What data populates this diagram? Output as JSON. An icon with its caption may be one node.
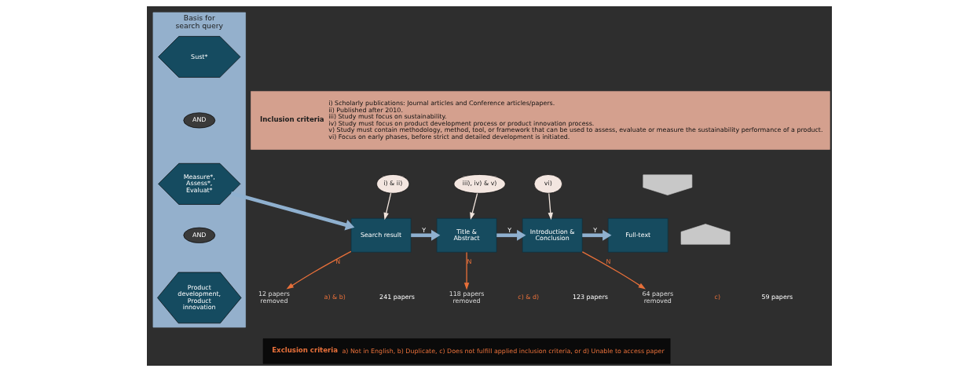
{
  "diagram": {
    "nodes": [
      {
        "text": [
          "Basis for search query"
        ]
      },
      {
        "text": [
          "Sust*"
        ],
        "in": 0
      },
      {
        "text": [
          "AND"
        ],
        "in": 0
      },
      {
        "text": [
          "Measure*, Assess*, Evaluat*"
        ],
        "in": 0
      },
      {
        "text": [
          "AND"
        ],
        "in": 0
      },
      {
        "text": [
          "Product development, Product innovation"
        ],
        "in": 0
      },
      {
        "text": [
          "Inclusion criteria",
          "i) Scholarly publications: Journal articles and Conference articles/papers.",
          "ii) Published after 2010.",
          "iii) Study must focus on sustainability.",
          "iv) Study must focus on product development process or product innovation process.",
          "v) Study must contain methodology, method, tool, or framework that can be used to assess, evaluate or measure the sustainability performance of a product.",
          "vi) Focus on early phases, before strict and detailed development is initiated."
        ]
      },
      {
        "text": [
          "i) & ii)"
        ]
      },
      {
        "text": [
          "iii), iv) & v)"
        ]
      },
      {
        "text": [
          "vi)"
        ]
      },
      {
        "text": [],
        "shape": "pentagon"
      },
      {
        "text": [],
        "shape": "pentagon"
      },
      {
        "text": [
          "Search result"
        ]
      },
      {
        "text": [
          "Title & Abstract"
        ]
      },
      {
        "text": [
          "Introduction & Conclusion"
        ]
      },
      {
        "text": [
          "Full-text"
        ]
      },
      {
        "text": [
          "12 papers removed"
        ]
      },
      {
        "text": [
          "118 papers removed"
        ]
      },
      {
        "text": [
          "64 papers removed"
        ]
      },
      {
        "text": [
          "Exclusion criteria",
          "a) Not in English, b) Duplicate, c) Does not fulfill applied inclusion criteria, or d) Unable to access paper"
        ]
      }
    ],
    "edges": [
      {
        "from": 3,
        "to": 12,
        "arrow": "to",
        "style": "thick"
      },
      {
        "from": 7,
        "to": 12,
        "arrow": "to",
        "color": "#f0e4dc"
      },
      {
        "from": 8,
        "to": 13,
        "arrow": "to",
        "color": "#f0e4dc"
      },
      {
        "from": 9,
        "to": 14,
        "arrow": "to",
        "color": "#f0e4dc"
      },
      {
        "from": 12,
        "to": 13,
        "arrow": "to",
        "label": "Y",
        "style": "thick"
      },
      {
        "from": 13,
        "to": 14,
        "arrow": "to",
        "label": "Y",
        "style": "thick"
      },
      {
        "from": 14,
        "to": 15,
        "arrow": "to",
        "label": "Y",
        "style": "thick"
      },
      {
        "from": 12,
        "to": 16,
        "arrow": "to",
        "label": "N",
        "color": "#e8703a"
      },
      {
        "from": 13,
        "to": 17,
        "arrow": "to",
        "label": "N",
        "color": "#e8703a"
      },
      {
        "from": 14,
        "to": 18,
        "arrow": "to",
        "label": "N",
        "color": "#e8703a"
      }
    ],
    "labels": [
      "a) & b)",
      "241 papers",
      "c) & d)",
      "123 papers",
      "c)",
      "59 papers"
    ]
  }
}
